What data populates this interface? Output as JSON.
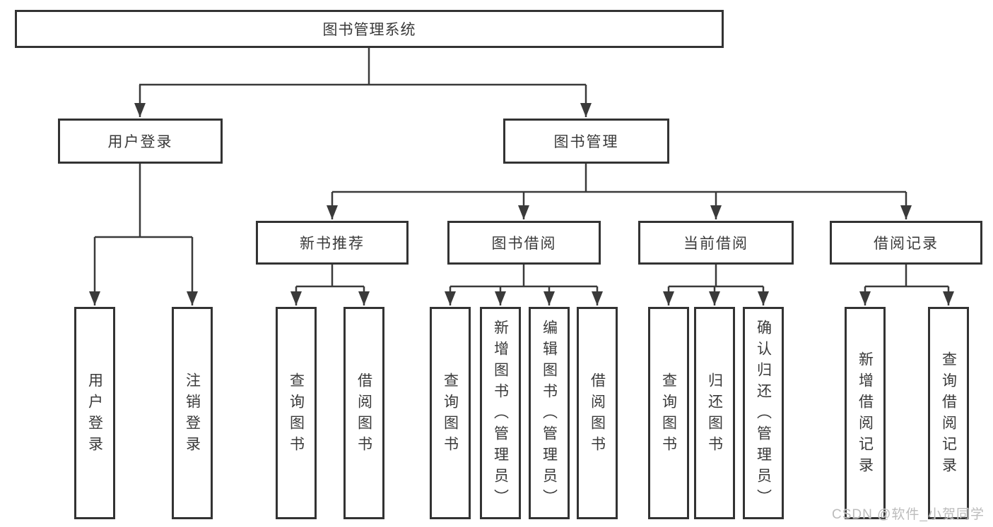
{
  "diagram": {
    "type": "hierarchy-chart",
    "tree": {
      "label": "图书管理系统",
      "children": [
        {
          "label": "用户登录",
          "children": [
            {
              "label": "用户登录"
            },
            {
              "label": "注销登录"
            }
          ]
        },
        {
          "label": "图书管理",
          "children": [
            {
              "label": "新书推荐",
              "children": [
                {
                  "label": "查询图书"
                },
                {
                  "label": "借阅图书"
                }
              ]
            },
            {
              "label": "图书借阅",
              "children": [
                {
                  "label": "查询图书"
                },
                {
                  "label": "新增图书（管理员）"
                },
                {
                  "label": "编辑图书（管理员）"
                },
                {
                  "label": "借阅图书"
                }
              ]
            },
            {
              "label": "当前借阅",
              "children": [
                {
                  "label": "查询图书"
                },
                {
                  "label": "归还图书"
                },
                {
                  "label": "确认归还（管理员）"
                }
              ]
            },
            {
              "label": "借阅记录",
              "children": [
                {
                  "label": "新增借阅记录"
                },
                {
                  "label": "查询借阅记录"
                }
              ]
            }
          ]
        }
      ]
    },
    "watermark": "CSDN @软件_小贺同学",
    "colors": {
      "line": "#3a3a3a",
      "border": "#333333",
      "background": "#ffffff",
      "text": "#3a3a3a",
      "watermark": "#bcbcbc"
    }
  }
}
